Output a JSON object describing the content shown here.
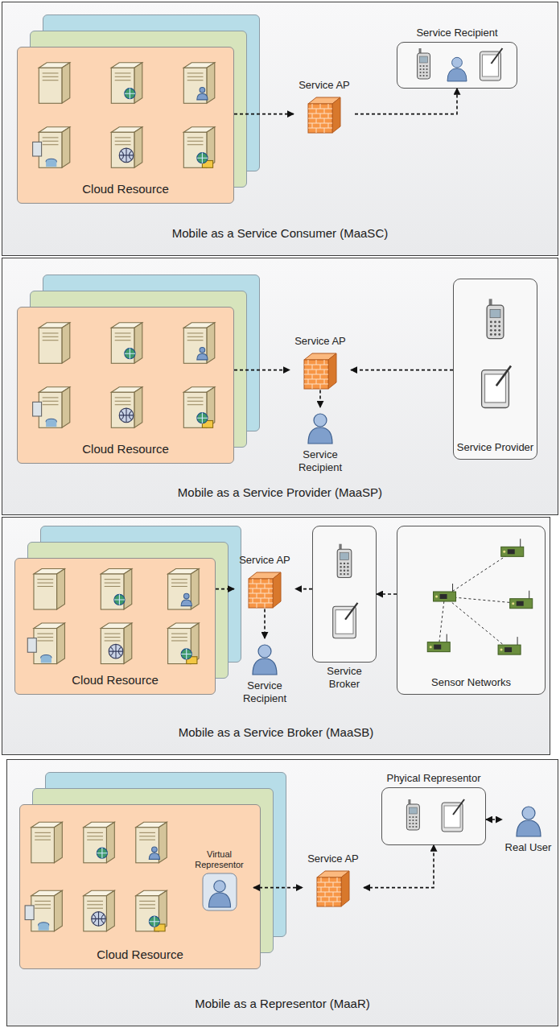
{
  "diagram": {
    "nodes": [
      {
        "text": [
          "Mobile as a Service Consumer (MaaSC)"
        ]
      },
      {
        "text": [
          "Cloud Resource"
        ],
        "in": 0
      },
      {
        "text": [
          "Service AP"
        ],
        "in": 0
      },
      {
        "text": [
          "Service Recipient"
        ],
        "in": 0
      },
      {
        "text": [
          "Mobile as a Service Provider (MaaSP)"
        ]
      },
      {
        "text": [
          "Cloud Resource"
        ],
        "in": 4
      },
      {
        "text": [
          "Service AP"
        ],
        "in": 4
      },
      {
        "text": [
          "Service Recipient"
        ],
        "in": 4
      },
      {
        "text": [
          "Service Provider"
        ],
        "in": 4
      },
      {
        "text": [
          "Mobile as a Service Broker (MaaSB)"
        ]
      },
      {
        "text": [
          "Cloud Resource"
        ],
        "in": 9
      },
      {
        "text": [
          "Service AP"
        ],
        "in": 9
      },
      {
        "text": [
          "Service Recipient"
        ],
        "in": 9
      },
      {
        "text": [
          "Service Broker"
        ],
        "in": 9
      },
      {
        "text": [
          "Sensor Networks"
        ],
        "in": 9
      },
      {
        "text": [
          "Mobile as a Representor (MaaR)"
        ]
      },
      {
        "text": [
          "Cloud Resource"
        ],
        "in": 15
      },
      {
        "text": [
          "Virtual Representor"
        ],
        "in": 16
      },
      {
        "text": [
          "Service AP"
        ],
        "in": 15
      },
      {
        "text": [
          "Phyical Representor"
        ],
        "in": 15
      },
      {
        "text": [
          "Real User"
        ],
        "in": 15
      }
    ],
    "edges": [
      {
        "from": 1,
        "to": 2,
        "arrow": "to"
      },
      {
        "from": 2,
        "to": 3,
        "arrow": "to"
      },
      {
        "from": 5,
        "to": 6,
        "arrow": "to"
      },
      {
        "from": 8,
        "to": 6,
        "arrow": "to"
      },
      {
        "from": 6,
        "to": 7,
        "arrow": "to"
      },
      {
        "from": 10,
        "to": 11,
        "arrow": "to"
      },
      {
        "from": 13,
        "to": 11,
        "arrow": "to"
      },
      {
        "from": 14,
        "to": 13,
        "arrow": "to"
      },
      {
        "from": 11,
        "to": 12,
        "arrow": "to"
      },
      {
        "from": 17,
        "to": 18,
        "arrow": "both"
      },
      {
        "from": 18,
        "to": 19,
        "arrow": "both"
      },
      {
        "from": 19,
        "to": 20,
        "arrow": "both"
      }
    ]
  }
}
